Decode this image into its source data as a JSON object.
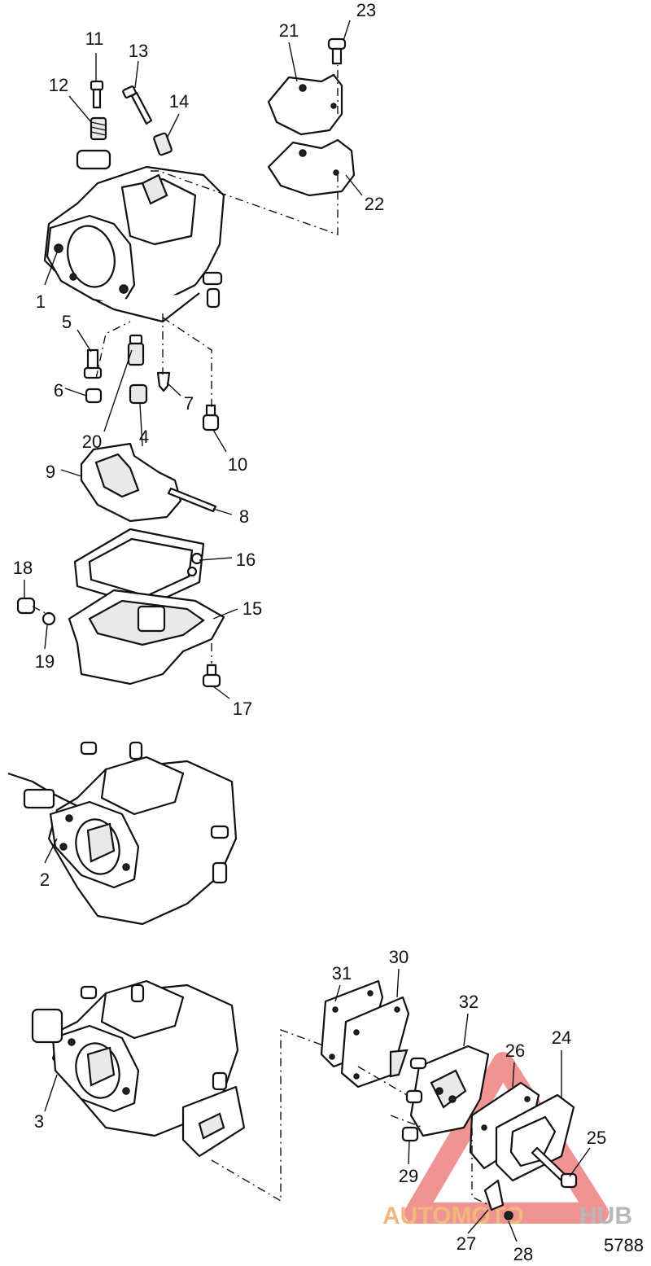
{
  "diagram_id": "5788",
  "watermark": {
    "text_accent": "AUTOMOTO",
    "text_plain": "HUB",
    "accent_color": "#f2b77a",
    "triangle_color": "#e23b3b"
  },
  "callouts": {
    "c1": "1",
    "c2": "2",
    "c3": "3",
    "c4": "4",
    "c5": "5",
    "c6": "6",
    "c7": "7",
    "c8": "8",
    "c9": "9",
    "c10": "10",
    "c11": "11",
    "c12": "12",
    "c13": "13",
    "c14": "14",
    "c15": "15",
    "c16": "16",
    "c17": "17",
    "c18": "18",
    "c19": "19",
    "c20": "20",
    "c21": "21",
    "c22": "22",
    "c23": "23",
    "c24": "24",
    "c25": "25",
    "c26": "26",
    "c27": "27",
    "c28": "28",
    "c29": "29",
    "c30": "30",
    "c31": "31",
    "c32": "32"
  }
}
